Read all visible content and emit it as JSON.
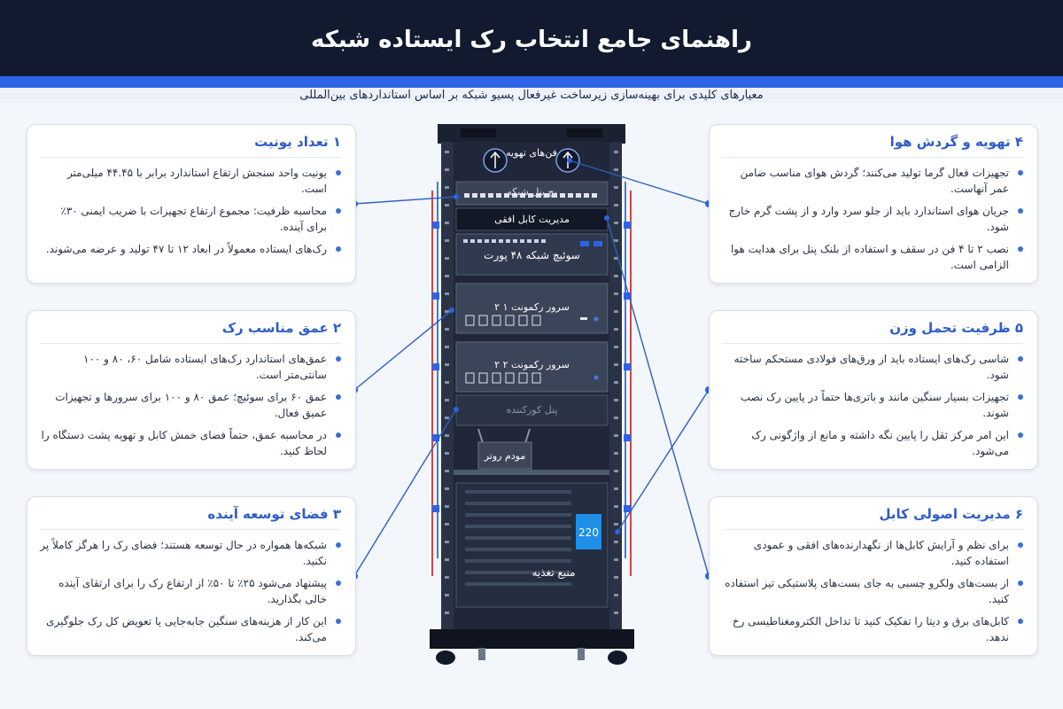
{
  "header": {
    "title": "راهنمای جامع انتخاب رک ایستاده شبکه",
    "subtitle": "معیارهای کلیدی برای بهینه‌سازی زیرساخت غیرفعال ‌پسیو‌ شبکه بر اساس استانداردهای بین‌المللی"
  },
  "cards": {
    "units": {
      "title": "۱ تعداد یونیت",
      "bullets": [
        "یونیت  واحد سنجش ارتفاع استاندارد برابر با ۴۴.۴۵ میلی‌متر است.",
        "محاسبه ظرفیت: مجموع ارتفاع تجهیزات با ضریب ایمنی ۳۰٪ برای آینده.",
        "رک‌های ایستاده معمولاً در ابعاد ۱۲ تا ۴۷ تولید و عرضه می‌شوند."
      ]
    },
    "depth": {
      "title": "۲ عمق مناسب رک",
      "bullets": [
        "عمق‌های استاندارد رک‌های ایستاده شامل ۶۰، ۸۰ و ۱۰۰ سانتی‌متر است.",
        "عمق ۶۰ برای سوئیچ؛ عمق ۸۰ و ۱۰۰ برای سرورها و تجهیزات عمیق فعال.",
        "در محاسبه عمق، حتماً فضای خمش کابل و تهویه پشت دستگاه را لحاظ کنید."
      ]
    },
    "expansion": {
      "title": "۳ فضای توسعه آینده",
      "bullets": [
        "شبکه‌ها همواره در حال توسعه هستند؛ فضای رک را هرگز کاملاً پر نکنید.",
        "پیشنهاد می‌شود ۲۵٪ تا ۵۰٪ از ارتفاع رک را برای ارتقای آینده خالی بگذارید.",
        "این کار از هزینه‌های سنگین جابه‌جایی یا تعویض کل رک جلوگیری می‌کند."
      ]
    },
    "cooling": {
      "title": "۴ تهویه و گردش هوا",
      "bullets": [
        "تجهیزات فعال گرما تولید می‌کنند؛ گردش هوای مناسب ضامن عمر آنهاست.",
        "جریان هوای استاندارد باید از جلو سرد وارد و از پشت گرم خارج شود.",
        "نصب ۲ تا ۴ فن در سقف و استفاده از بلنک پنل برای هدایت هوا الزامی است."
      ]
    },
    "weight": {
      "title": "۵ ظرفیت تحمل وزن",
      "bullets": [
        "شاسی رک‌های ایستاده باید از ورق‌های فولادی مستحکم ساخته شود.",
        "تجهیزات بسیار سنگین مانند  و باتری‌ها حتماً در پایین رک نصب شوند.",
        "این امر مرکز ثقل را پایین نگه داشته و مانع از واژگونی رک می‌شود."
      ]
    },
    "cabling": {
      "title": "۶ مدیریت اصولی کابل",
      "bullets": [
        "برای نظم و آرایش کابل‌ها از نگهدارنده‌های افقی و عمودی استفاده کنید.",
        "از بست‌های ولکرو چسبی به جای بست‌های پلاستیکی تیز استفاده کنید.",
        "کابل‌های برق و دیتا را تفکیک کنید تا تداخل الکترومغناطیسی رخ ندهد."
      ]
    }
  },
  "rack": {
    "fans_label": "فن‌های تهویه",
    "patch_label": "پچ پنل شبکه",
    "cable_mgmt_label": "مدیریت کابل افقی",
    "switch_label": "سوئیچ شبکه ۴۸ پورت",
    "server1_label": "سرور رکمونت ۱ ۲",
    "server2_label": "سرور رکمونت ۲ ۲",
    "blank_label": "پنل کورکننده",
    "modem_label": "مودم روتر",
    "ups_label": "منبع تغذیه",
    "ups_display": "220"
  },
  "colors": {
    "header_bg": "#111a2e",
    "accent": "#2d63e6",
    "card_title": "#2e5cc8",
    "rack_body": "#1f2738"
  }
}
